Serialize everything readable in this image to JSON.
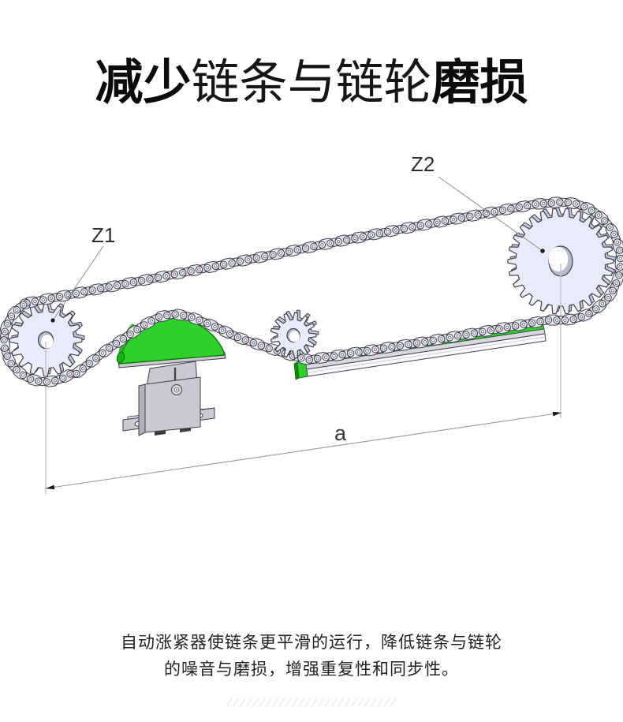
{
  "title": {
    "bold_prefix": "减少",
    "light_middle": "链条与链轮",
    "bold_suffix": "磨损"
  },
  "diagram": {
    "labels": {
      "small_sprocket": "Z1",
      "large_sprocket": "Z2",
      "center_distance": "a"
    },
    "colors": {
      "tensioner_green": "#2fd02a",
      "tensioner_green_dark": "#0d6e0b",
      "tensioner_green_rim": "#12a110",
      "part_fill": "#e9ecf8",
      "part_fill_shadow": "#c2c6da",
      "outline": "#40404a",
      "metal_gray": "#c9c9d2",
      "metal_gray_dark": "#b1b1bb",
      "plate_outer": "#e8ebf8",
      "plate_inner": "#dfe3f3",
      "roller_fill": "#f3f4fb",
      "hole_shadow": "#b4b9cc",
      "dim_line": "#97979f",
      "ext_line": "#c9c9d1",
      "leader_line": "#8e8e96",
      "arrow_black": "#1a1a1a"
    }
  },
  "caption": {
    "line1": "自动涨紧器使链条更平滑的运行，降低链条与链轮",
    "line2": "的噪音与磨损，增强重复性和同步性。"
  },
  "footer": {
    "hatch_marks": "//////////////////////////"
  }
}
